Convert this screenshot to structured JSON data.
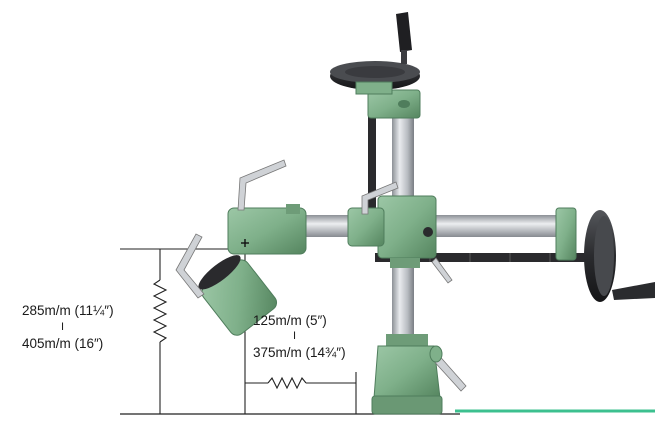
{
  "labels": {
    "vertical_min": "285m/m (11¼″)",
    "vertical_sep": "I",
    "vertical_max": "405m/m (16″)",
    "horizontal_min": "125m/m (5″)",
    "horizontal_sep": "I",
    "horizontal_max": "375m/m (14¾″)"
  },
  "colors": {
    "machine_green": "#7fb08a",
    "machine_green_dark": "#4f7d5c",
    "steel": "#c9ccd0",
    "steel_dark": "#7d8288",
    "handle_black": "#1f1f22",
    "dimension_line": "#222222",
    "accent_rule": "#3cc08f"
  }
}
